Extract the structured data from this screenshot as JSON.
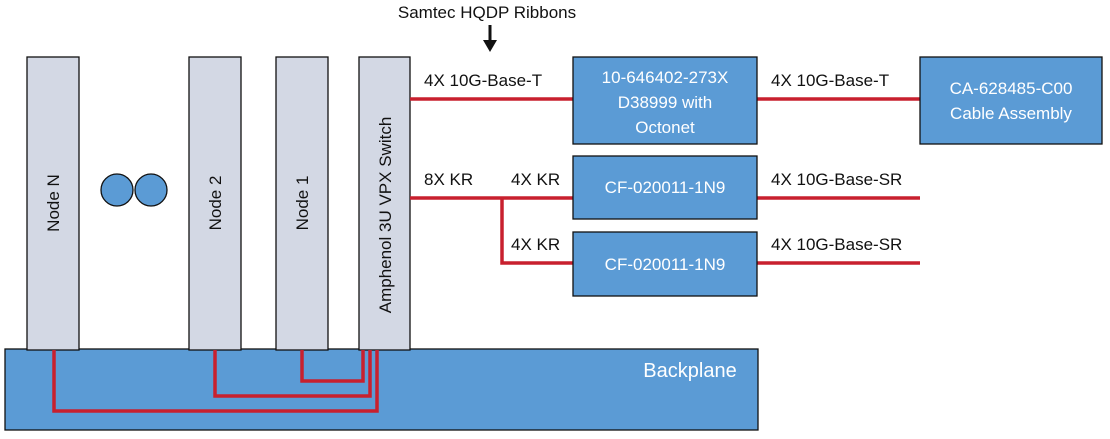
{
  "header": {
    "ribbon_label": "Samtec HQDP Ribbons"
  },
  "nodes": {
    "node_n": "Node N",
    "node_2": "Node 2",
    "node_1": "Node 1",
    "switch": "Amphenol 3U VPX Switch"
  },
  "backplane": {
    "label": "Backplane"
  },
  "links": {
    "switch_to_octonet": "4X 10G-Base-T",
    "switch_kr": "8X KR",
    "kr_top": "4X KR",
    "kr_bottom": "4X KR",
    "octonet_to_cable": "4X 10G-Base-T",
    "sr_top": "4X 10G-Base-SR",
    "sr_bottom": "4X 10G-Base-SR"
  },
  "boxes": {
    "octonet": {
      "line1": "10-646402-273X",
      "line2": "D38999 with",
      "line3": "Octonet"
    },
    "cf_top": "CF-020011-1N9",
    "cf_bottom": "CF-020011-1N9",
    "cable": {
      "line1": "CA-628485-C00",
      "line2": "Cable Assembly"
    }
  },
  "colors": {
    "box_blue": "#5b9bd5",
    "node_gray": "#d3d8e4",
    "wire_red": "#c8202e"
  }
}
